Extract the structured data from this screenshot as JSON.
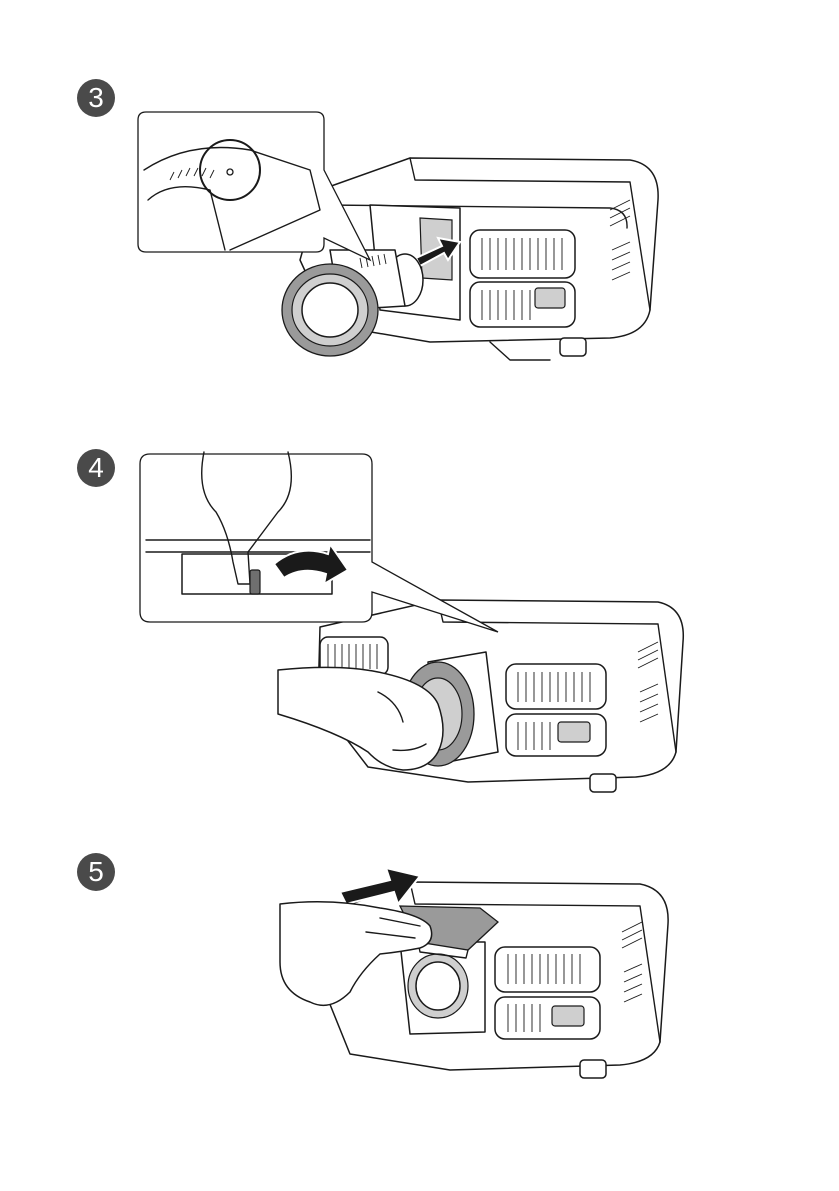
{
  "steps": [
    {
      "number": "3",
      "icon": "projector-lens-insert-illustration"
    },
    {
      "number": "4",
      "icon": "projector-lens-lock-lever-illustration"
    },
    {
      "number": "5",
      "icon": "projector-lens-cover-slide-illustration"
    }
  ],
  "colors": {
    "badge": "#4a4a4a",
    "line": "#1a1a1a",
    "shade": "#9a9a9a"
  }
}
